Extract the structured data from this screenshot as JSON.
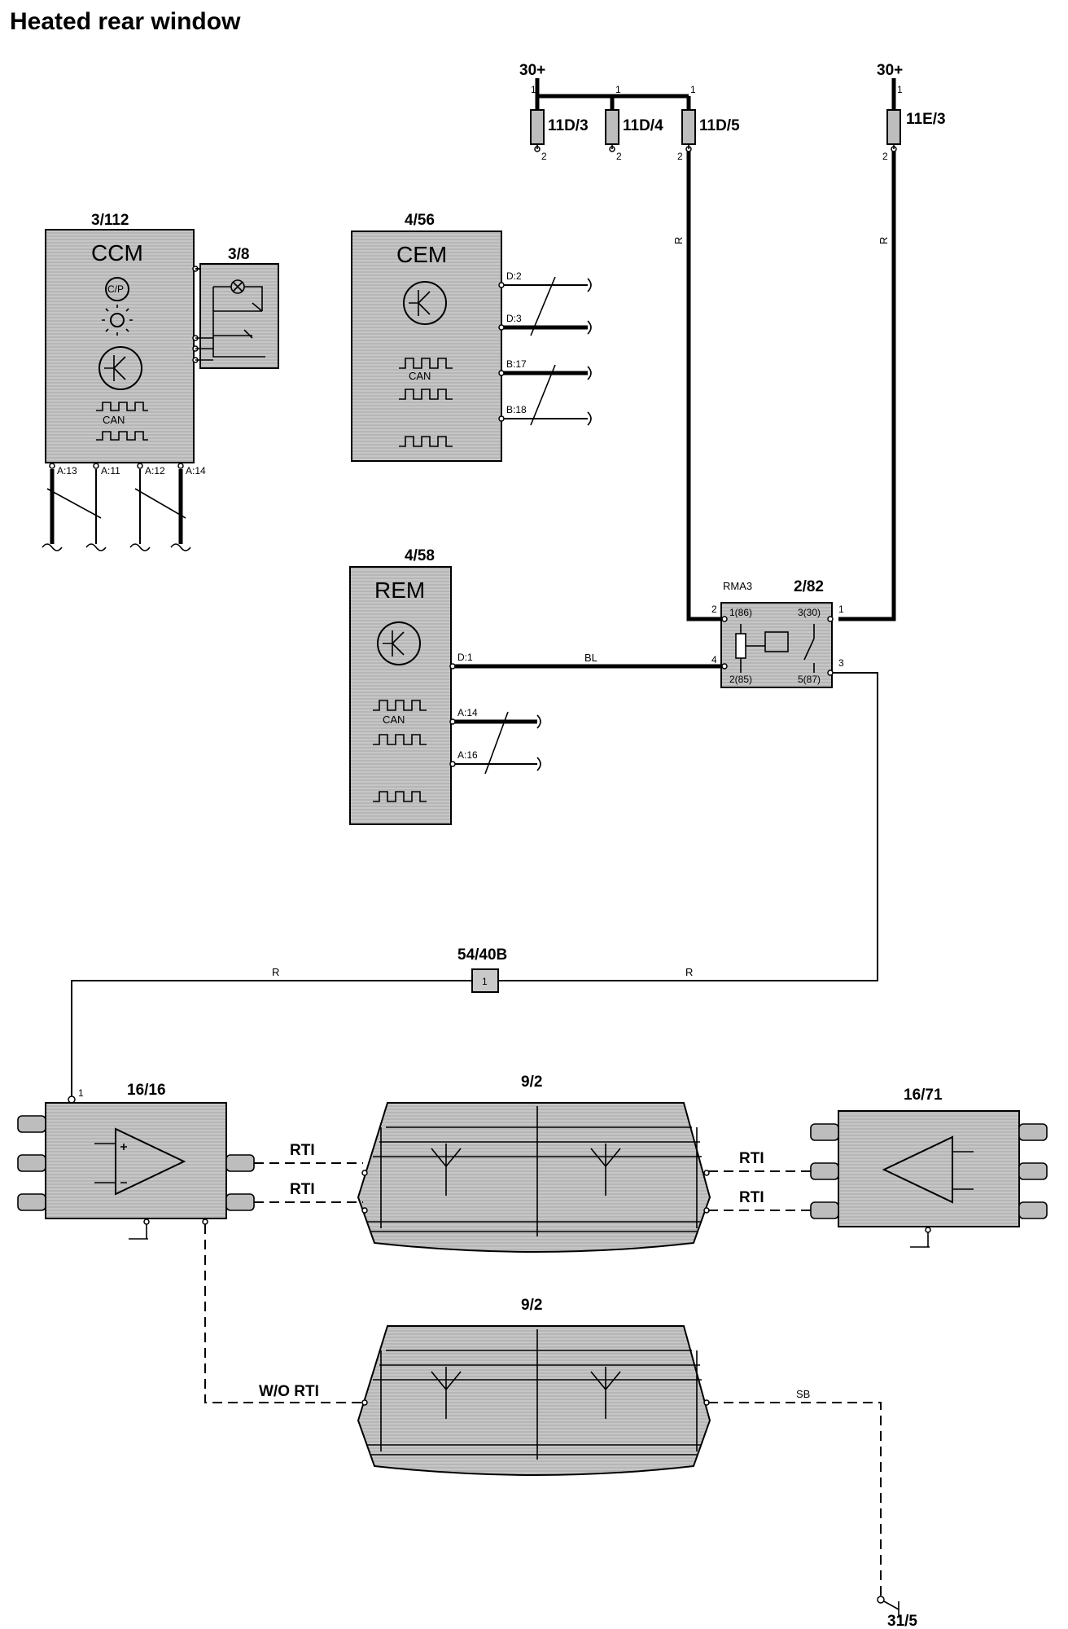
{
  "title": "Heated rear window",
  "supply": {
    "left": "30+",
    "right": "30+"
  },
  "fuses": [
    {
      "id": "11D/3",
      "pin_top": "1",
      "pin_bottom": "2"
    },
    {
      "id": "11D/4",
      "pin_top": "1",
      "pin_bottom": "2"
    },
    {
      "id": "11D/5",
      "pin_top": "1",
      "pin_bottom": "2"
    },
    {
      "id": "11E/3",
      "pin_top": "1",
      "pin_bottom": "2"
    }
  ],
  "ccm": {
    "ref": "3/112",
    "name": "CCM",
    "sensor_label": "CAN",
    "climate_icon_text": "C/P",
    "pins": [
      "A:13",
      "A:11",
      "A:12",
      "A:14"
    ]
  },
  "sub_module": {
    "ref": "3/8"
  },
  "cem": {
    "ref": "4/56",
    "name": "CEM",
    "can_label": "CAN",
    "pins": [
      "D:2",
      "D:3",
      "B:17",
      "B:18"
    ]
  },
  "rem": {
    "ref": "4/58",
    "name": "REM",
    "can_label": "CAN",
    "pins": [
      "D:1",
      "A:14",
      "A:16"
    ]
  },
  "relay": {
    "ref": "2/82",
    "name": "RMA3",
    "terminals": [
      "1(86)",
      "3(30)",
      "2(85)",
      "5(87)"
    ],
    "pins": [
      "2",
      "1",
      "4",
      "3"
    ]
  },
  "connector": {
    "ref": "54/40B",
    "pin": "1"
  },
  "amp_left": {
    "ref": "16/16",
    "pin": "1"
  },
  "amp_right": {
    "ref": "16/71"
  },
  "window_top": {
    "ref": "9/2"
  },
  "window_bottom": {
    "ref": "9/2"
  },
  "ground": {
    "ref": "31/5"
  },
  "wire_colors": {
    "fuse5": "R",
    "fuse_e3": "R",
    "relay_ctrl": "BL",
    "feed_left": "R",
    "feed_right": "R",
    "ground_wire": "SB"
  },
  "variants": {
    "rti_top_left": "RTI",
    "rti_bottom_left": "RTI",
    "rti_top_right": "RTI",
    "rti_bottom_right": "RTI",
    "without_rti": "W/O RTI"
  }
}
